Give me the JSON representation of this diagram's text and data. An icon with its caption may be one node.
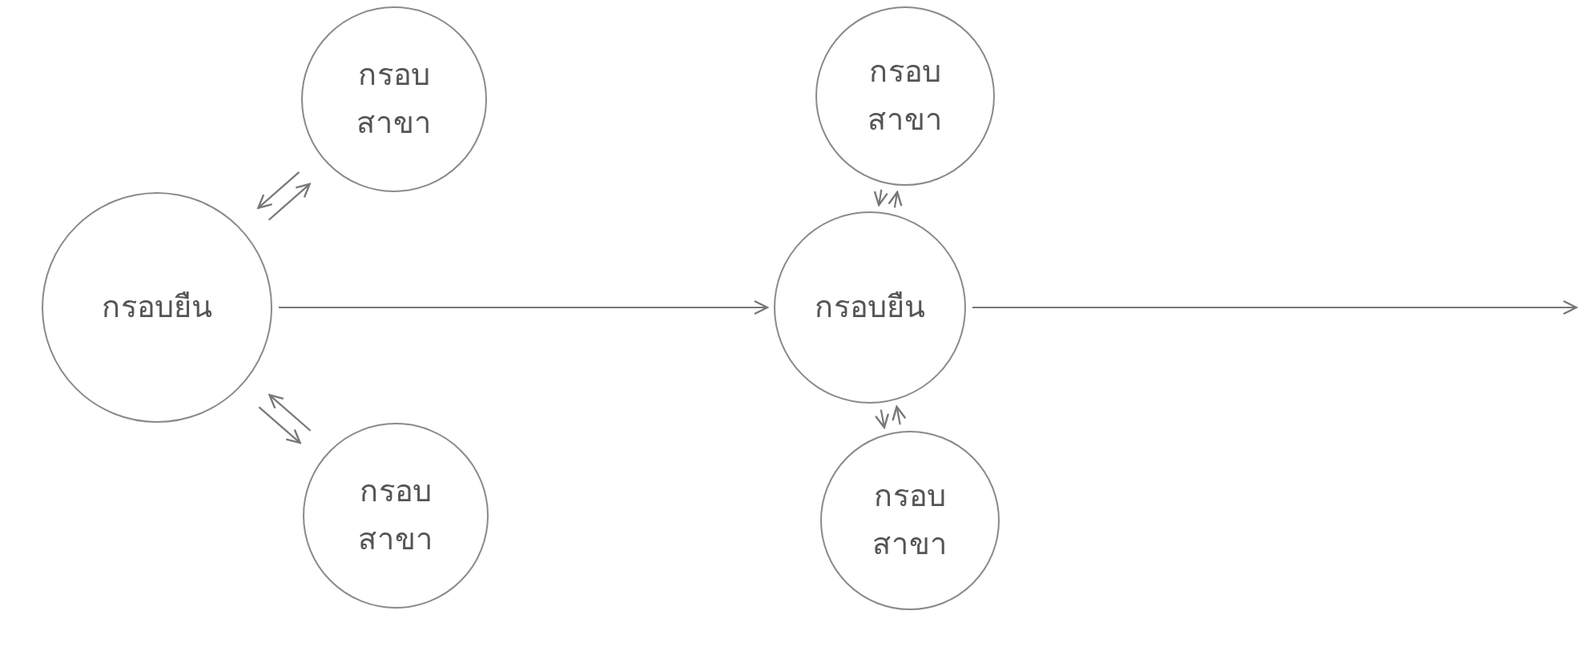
{
  "diagram": {
    "nodes": [
      {
        "text": [
          "กรอบยืน"
        ]
      },
      {
        "text": [
          "กรอบสาขา"
        ]
      },
      {
        "text": [
          "กรอบสาขา"
        ]
      },
      {
        "text": [
          "กรอบยืน"
        ]
      },
      {
        "text": [
          "กรอบสาขา"
        ]
      },
      {
        "text": [
          "กรอบสาขา"
        ]
      }
    ],
    "edges": [
      {
        "from": 0,
        "to": 1,
        "arrow": "to"
      },
      {
        "from": 1,
        "to": 0,
        "arrow": "to"
      },
      {
        "from": 2,
        "to": 0,
        "arrow": "to"
      },
      {
        "from": 0,
        "to": 2,
        "arrow": "to"
      },
      {
        "from": 0,
        "to": 3,
        "arrow": "to"
      },
      {
        "from": 3,
        "to": 4,
        "arrow": "to"
      },
      {
        "from": 4,
        "to": 3,
        "arrow": "to"
      },
      {
        "from": 5,
        "to": 3,
        "arrow": "to"
      },
      {
        "from": 3,
        "to": 5,
        "arrow": "to"
      },
      {
        "from": 3,
        "to": null,
        "arrow": "to"
      }
    ]
  }
}
